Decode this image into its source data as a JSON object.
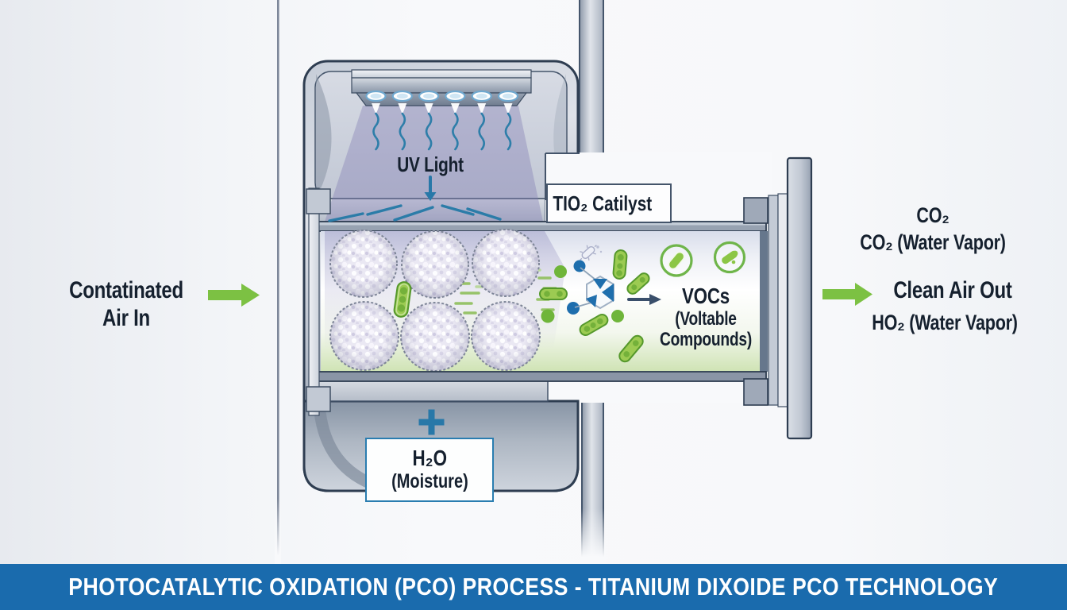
{
  "banner": {
    "text": "PHOTOCATALYTIC OXIDATION (PCO) PROCESS - TITANIUM DIXOIDE PCO TECHNOLOGY"
  },
  "inlet": {
    "line1": "Contatinated",
    "line2": "Air In"
  },
  "uv": {
    "label": "UV Light"
  },
  "catalyst": {
    "label": "TIO₂ Catilyst"
  },
  "vocs": {
    "title": "VOCs",
    "sub1": "(Voltable",
    "sub2": "Compounds)"
  },
  "outlet": {
    "co2": "CO₂",
    "co2_water": "CO₂ (Water Vapor)",
    "clean_air": "Clean Air Out",
    "ho2_water": "HO₂ (Water Vapor)"
  },
  "moisture": {
    "formula": "H₂O",
    "label": "(Moisture)",
    "plus": "+"
  },
  "icons": {
    "inlet_arrow": "green-arrow-right",
    "outlet_arrow": "green-arrow-right",
    "uv_down_arrow": "blue-arrow-down",
    "reaction_arrow": "navy-arrow-right",
    "moisture_plus": "blue-plus",
    "uv_rays": "wavy-lines",
    "uv_lamps": "lamp-ellipse-row",
    "filter_media": "speckled-spheres",
    "microbes": "green-bacteria-capsules",
    "microbe_badges": "circled-bacteria",
    "molecule": "hexagon-molecule"
  },
  "colors": {
    "banner_bg": "#1a6bad",
    "accent_blue": "#2878a8",
    "arrow_green": "#7cc143",
    "microbe_green": "#8cc646",
    "molecule_blue": "#1f6fad",
    "uv_lavender": "#b4b1d2",
    "metal_outline": "#2e3d51",
    "text_dark": "#15202e"
  }
}
